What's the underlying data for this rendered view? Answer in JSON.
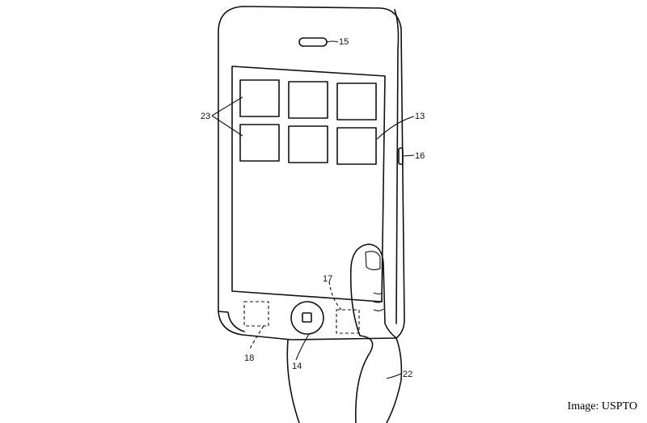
{
  "figure": {
    "labels": {
      "speaker": "15",
      "icons": "23",
      "display": "13",
      "side_button": "16",
      "sensor_right": "17",
      "sensor_left": "18",
      "home_button": "14",
      "hand": "22"
    },
    "credit": "Image: USPTO"
  }
}
